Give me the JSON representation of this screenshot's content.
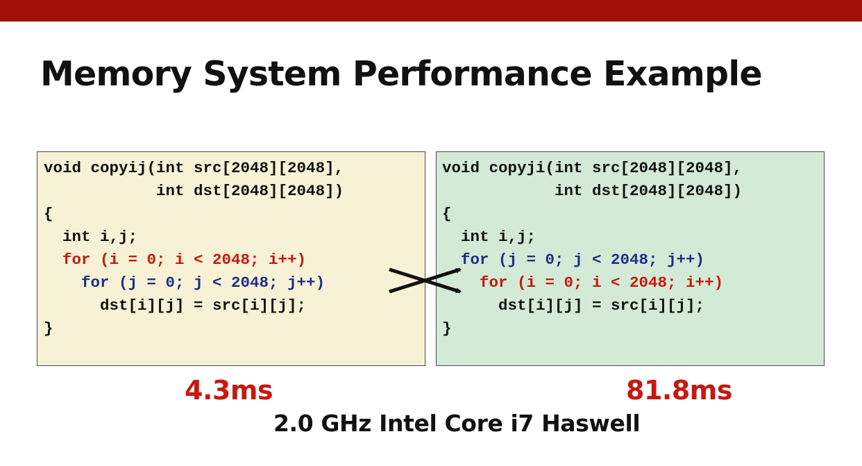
{
  "header": {
    "bar_color": "#a10f08"
  },
  "title": "Memory System Performance Example",
  "left_box": {
    "background": "#f7f2d5",
    "lines": [
      "void copyij(int src[2048][2048],",
      "            int dst[2048][2048])",
      "{",
      "  int i,j;",
      "  for (i = 0; i < 2048; i++)",
      "    for (j = 0; j < 2048; j++)",
      "      dst[i][j] = src[i][j];",
      "}"
    ],
    "timing": "4.3ms"
  },
  "right_box": {
    "background": "#d3ebd6",
    "lines": [
      "void copyji(int src[2048][2048],",
      "            int dst[2048][2048])",
      "{",
      "  int i,j;",
      "  for (j = 0; j < 2048; j++)",
      "    for (i = 0; i < 2048; i++)",
      "      dst[i][j] = src[i][j];",
      "}"
    ],
    "timing": "81.8ms"
  },
  "machine": "2.0 GHz Intel Core i7 Haswell",
  "colors": {
    "loop_i": "#c8180f",
    "loop_j": "#1f2f86",
    "timing": "#c8180f"
  },
  "icons": {
    "swap": "crossed-arrows-icon"
  }
}
